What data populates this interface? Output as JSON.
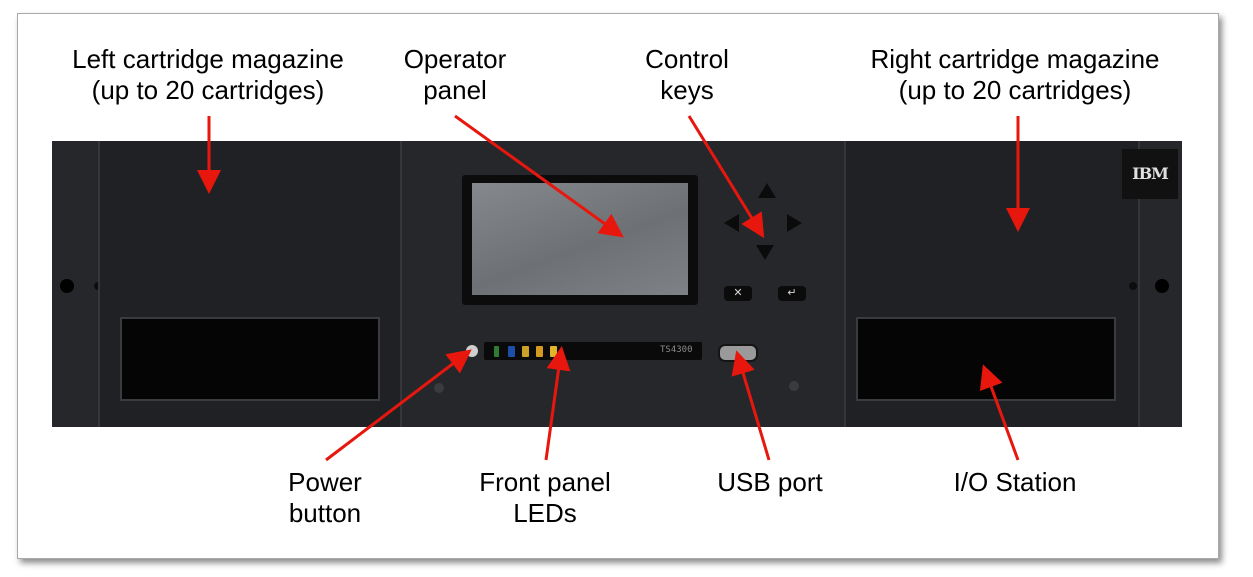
{
  "labels": {
    "left_magazine": "Left cartridge magazine\n(up to 20 cartridges)",
    "operator_panel": "Operator\npanel",
    "control_keys": "Control\nkeys",
    "right_magazine": "Right cartridge magazine\n(up to 20 cartridges)",
    "power_button": "Power\nbutton",
    "front_panel_leds": "Front panel\nLEDs",
    "usb_port": "USB port",
    "io_station": "I/O Station"
  },
  "device": {
    "logo": "IBM",
    "model": "TS4300"
  },
  "colors": {
    "arrow": "#e8170e",
    "chassis": "#26272a"
  }
}
